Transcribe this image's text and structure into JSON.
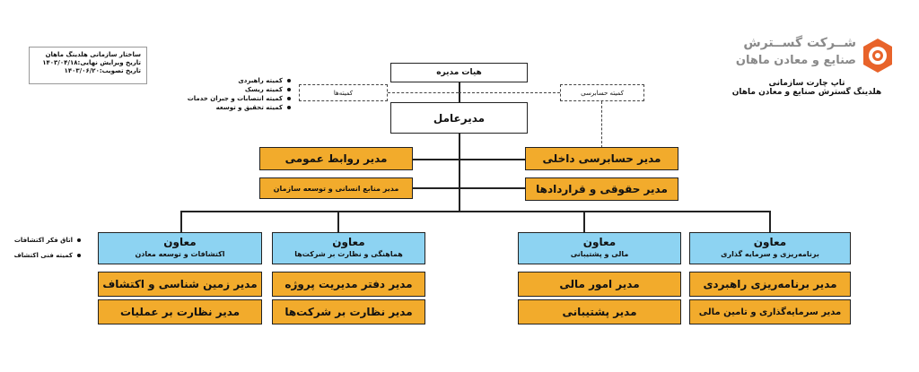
{
  "logo": {
    "line1": "شــرکت گســترش",
    "line2": "صنایع و معادن ماهان",
    "primary_color": "#e8632a",
    "text_color": "#8a8a8a"
  },
  "header": {
    "title_line1": "تاپ چارت سازمانی",
    "title_line2": "هلدینگ گسترش صنایع و معادن ماهان"
  },
  "info_box": {
    "line1": "ساختار سازمانی هلدینگ ماهان",
    "line2": "تاریخ ویرایش نهایی:۱۴۰۳/۰۴/۱۸",
    "line3": "تاریخ تصویب:۱۴۰۳/۰۶/۲۰"
  },
  "board": "هیات مدیره",
  "ceo": "مدیرعامل",
  "committees": {
    "box_label": "کمیته‌ها",
    "items": [
      "کمیته راهبردی",
      "کمیته ریسک",
      "کمیته انتصابات و جبران خدمات",
      "کمیته تحقیق و توسعه"
    ]
  },
  "audit_committee": "کمیته حسابرسی",
  "staff_left": [
    "مدیر روابط عمومی",
    "مدیر منابع انسانی و توسعه سازمان"
  ],
  "staff_right": [
    "مدیر حسابرسی داخلی",
    "مدیر حقوقی و قراردادها"
  ],
  "deputies": [
    {
      "title": "معاون",
      "subtitle": "اکتشافات و توسعه معادن",
      "managers": [
        "مدیر زمین شناسی و اکتشاف",
        "مدیر نظارت بر عملیات"
      ]
    },
    {
      "title": "معاون",
      "subtitle": "هماهنگی و نظارت بر شرکت‌ها",
      "managers": [
        "مدیر دفتر مدیریت پروژه",
        "مدیر نظارت بر شرکت‌ها"
      ]
    },
    {
      "title": "معاون",
      "subtitle": "مالی و پشتیبانی",
      "managers": [
        "مدیر امور مالی",
        "مدیر پشتیبانی"
      ]
    },
    {
      "title": "معاون",
      "subtitle": "برنامه‌ریزی و سرمایه گذاری",
      "managers": [
        "مدیر برنامه‌ریزی راهبردی",
        "مدیر سرمایه‌گذاری و تامین مالی"
      ]
    }
  ],
  "exploration_side": [
    "اتاق فکر اکتشافات",
    "کمیته فنی اکتشاف"
  ],
  "colors": {
    "manager_box": "#f2ab2c",
    "deputy_box": "#8dd3f2"
  }
}
